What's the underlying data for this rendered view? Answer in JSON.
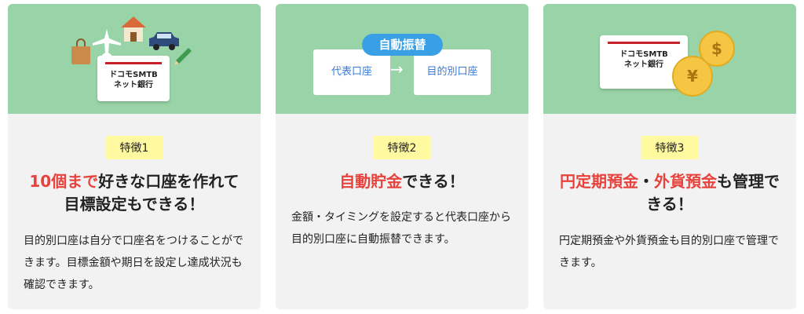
{
  "cards": [
    {
      "badge": "特徴1",
      "headline_hl": "10個まで",
      "headline_rest": "好きな口座を作れて目標設定もできる！",
      "desc": "目的別口座は自分で口座名をつけることができます。目標金額や期日を設定し達成状況も確認できます。",
      "bank_card_text": [
        "ドコモSMTB",
        "ネット銀行"
      ]
    },
    {
      "badge": "特徴2",
      "headline_hl": "自動貯金",
      "headline_rest": "できる！",
      "desc": "金額・タイミングを設定すると代表口座から目的別口座に自動振替できます。",
      "transfer_label": "自動振替",
      "from_label": "代表口座",
      "arrow": "→",
      "to_label": "目的別口座"
    },
    {
      "badge": "特徴3",
      "headline_hl": "円定期預金",
      "headline_mid": "・",
      "headline_hl2": "外貨預金",
      "headline_rest": "も管理できる！",
      "desc": "円定期預金や外貨預金も目的別口座で管理できます。",
      "bank_card_text": [
        "ドコモSMTB",
        "ネット銀行"
      ],
      "coin_dollar": "$",
      "coin_yen": "¥"
    }
  ],
  "colors": {
    "illustration_bg": "#98d4a7",
    "card_bg": "#f2f2f2",
    "badge_bg": "#fff9a0",
    "highlight": "#e8423d",
    "transfer_blue": "#3aa0e6"
  },
  "icons": [
    "bag-icon",
    "airplane-icon",
    "house-icon",
    "car-icon",
    "pencil-icon",
    "dollar-coin-icon",
    "yen-coin-icon"
  ]
}
